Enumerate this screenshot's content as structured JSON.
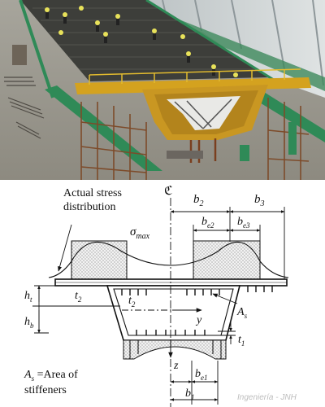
{
  "diagram": {
    "labels": {
      "actual_stress": "Actual stress",
      "distribution": "distribution",
      "sigma": "σ",
      "sigma_sub": "max",
      "centerline": "ℭ",
      "b2": "b",
      "b2_sub": "2",
      "b3": "b",
      "b3_sub": "3",
      "be2": "b",
      "be2_sub": "e2",
      "be3": "b",
      "be3_sub": "e3",
      "ht": "h",
      "ht_sub": "t",
      "hb": "h",
      "hb_sub": "b",
      "t2_left": "t",
      "t2_left_sub": "2",
      "t2_center": "t",
      "t2_center_sub": "2",
      "y": "y",
      "As": "A",
      "As_sub": "s",
      "t1": "t",
      "t1_sub": "1",
      "z": "z",
      "be1": "b",
      "be1_sub": "e1",
      "b1": "b",
      "b1_sub": "1",
      "legend_line1_sym": "A",
      "legend_line1_sub": "s",
      "legend_line1_rest": " =Area  of",
      "legend_line2": "stiffeners"
    },
    "watermark": "Ingeniería - JNH"
  }
}
